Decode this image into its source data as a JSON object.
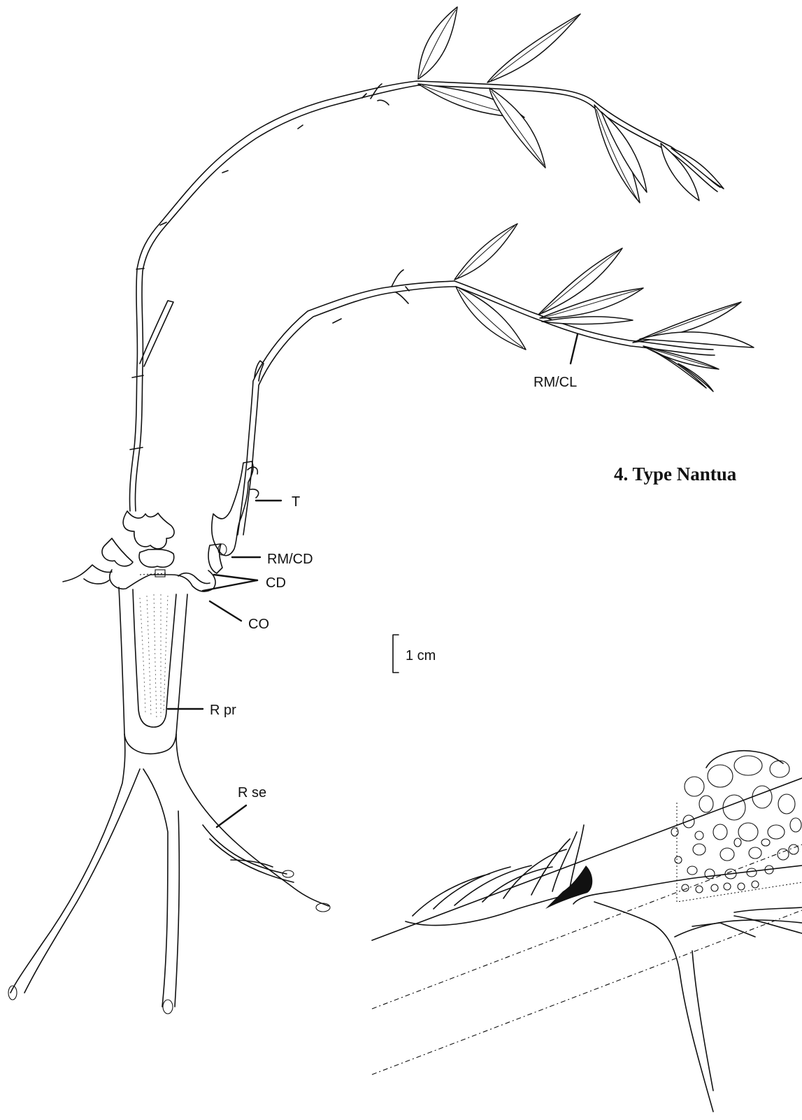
{
  "figure": {
    "title": "4. Type Nantua",
    "scale_label": "1 cm",
    "labels": {
      "rm_cl": "RM/CL",
      "t": "T",
      "rm_cd": "RM/CD",
      "cd": "CD",
      "co": "CO",
      "r_pr": "R pr",
      "r_se": "R se"
    }
  }
}
